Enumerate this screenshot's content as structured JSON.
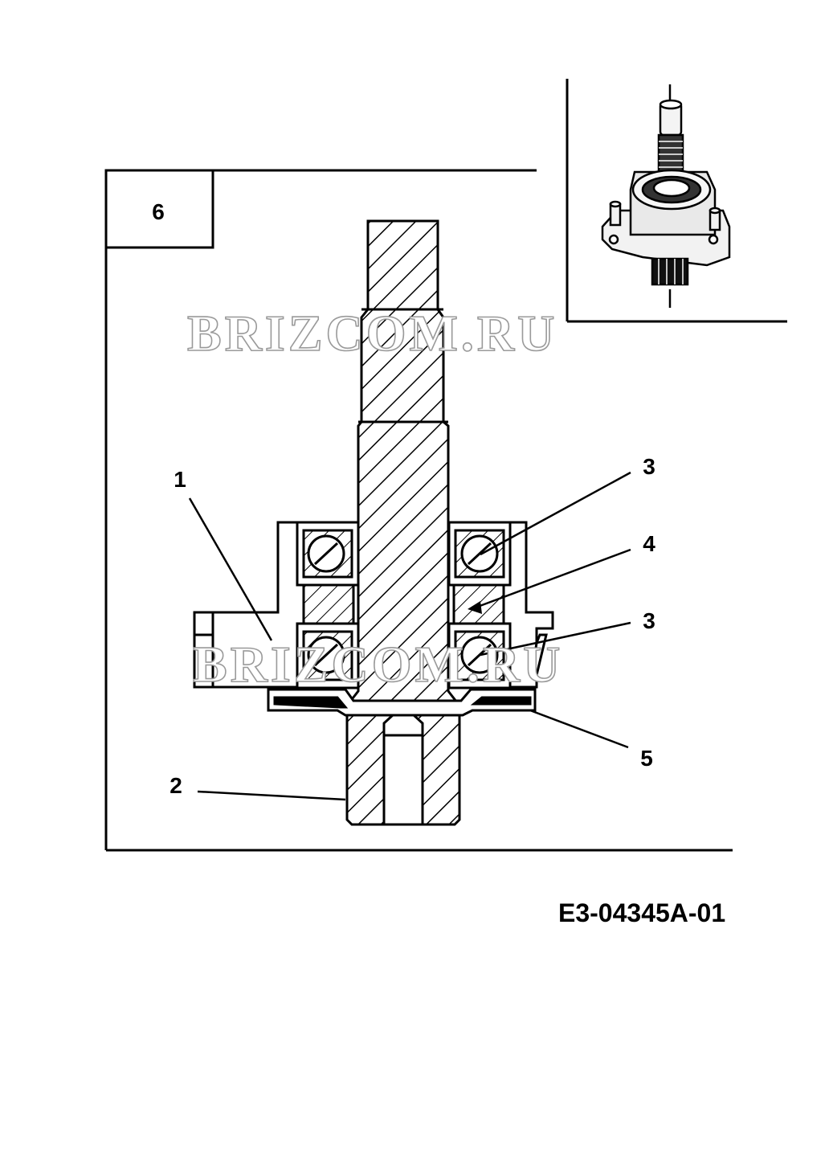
{
  "drawing": {
    "section_number": "6",
    "document_number": "E3-04345A-01",
    "watermark": "BRIZCOM.RU"
  },
  "callouts": [
    "1",
    "2",
    "3",
    "4",
    "3",
    "5"
  ]
}
